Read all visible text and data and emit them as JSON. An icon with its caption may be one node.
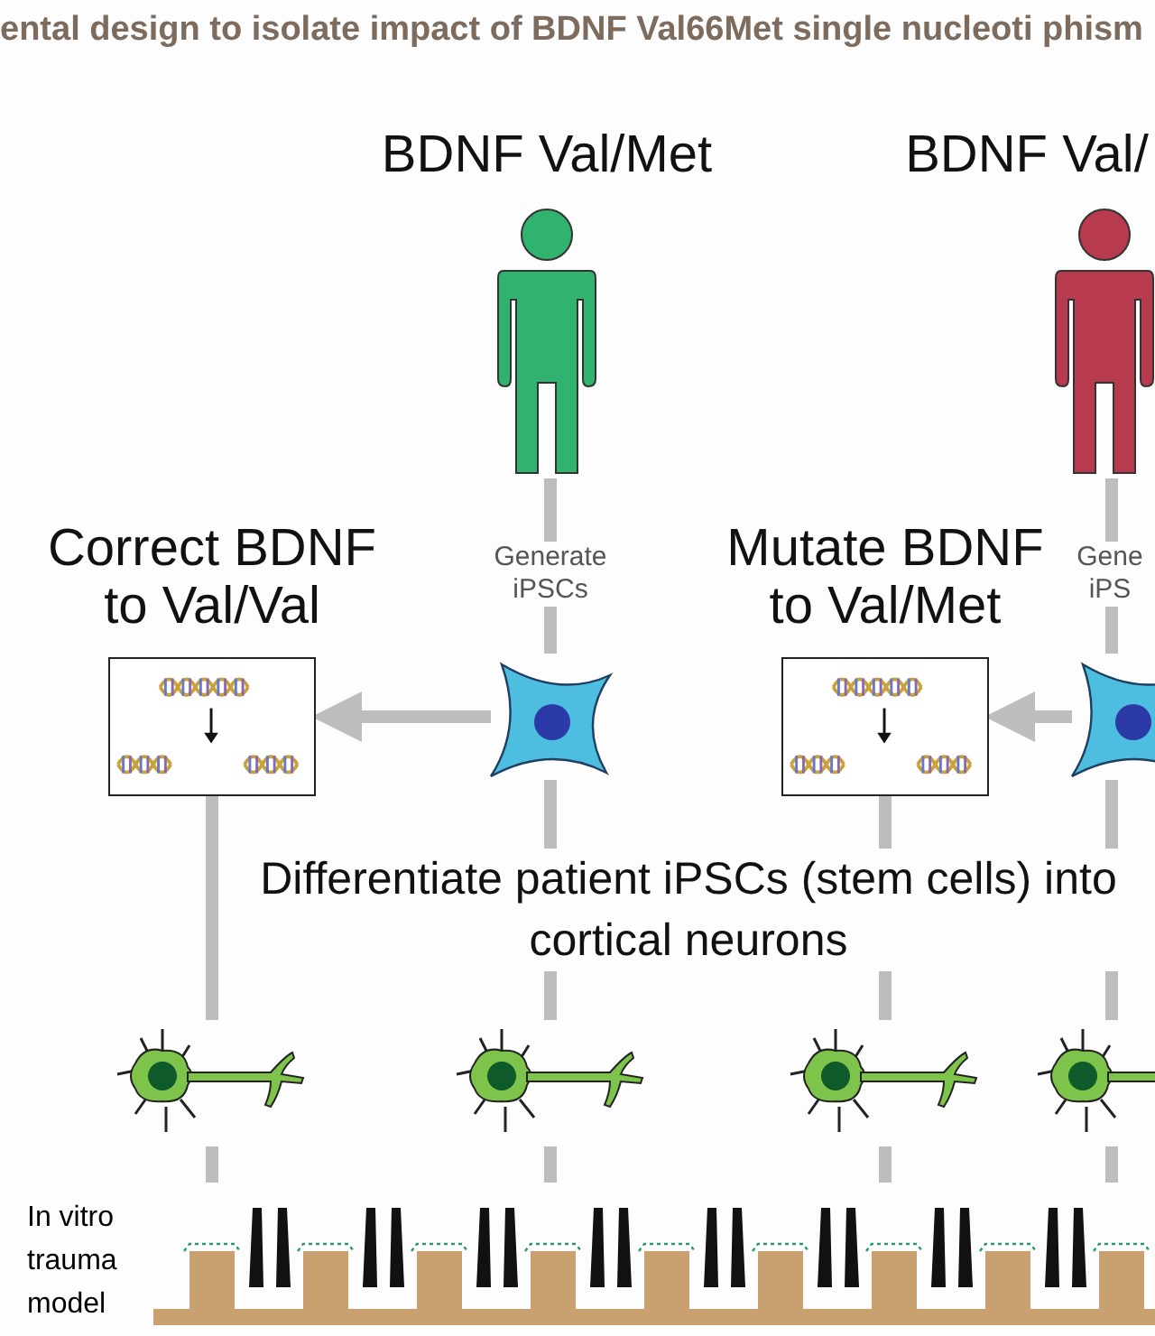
{
  "diagram": {
    "title": "ental design to isolate impact of BDNF Val66Met single nucleoti phism",
    "nodes": [
      {
        "text": [
          "BDNF Val/Met"
        ]
      },
      {
        "text": [
          "BDNF Val/"
        ]
      },
      {
        "text": [],
        "shape": "picture"
      },
      {
        "text": [
          "Correct BDNF to Val/Val"
        ]
      },
      {
        "text": [
          "Mutate BDNF to Val/Met"
        ]
      },
      {
        "text": [],
        "shape": "picture"
      },
      {
        "text": [],
        "shape": "picture"
      },
      {
        "text": [],
        "shape": "picture"
      },
      {
        "text": [],
        "shape": "picture"
      },
      {
        "text": [],
        "shape": "picture"
      },
      {
        "text": [
          "In vitro trauma model"
        ]
      }
    ],
    "edges": [
      {
        "from": 0,
        "to": 2,
        "arrow": "none",
        "label": "Generate iPSCs"
      },
      {
        "from": 1,
        "to": 5,
        "arrow": "none",
        "label": "Gene iPS"
      },
      {
        "from": 2,
        "to": 3,
        "arrow": "to"
      },
      {
        "from": 5,
        "to": 4,
        "arrow": "to"
      },
      {
        "from": 3,
        "to": 6,
        "arrow": "none"
      },
      {
        "from": 2,
        "to": 7,
        "arrow": "none"
      },
      {
        "from": 4,
        "to": 8,
        "arrow": "none"
      },
      {
        "from": 5,
        "to": 9,
        "arrow": "none"
      },
      {
        "from": 6,
        "to": 10,
        "arrow": "none"
      },
      {
        "from": 7,
        "to": 10,
        "arrow": "none"
      },
      {
        "from": 8,
        "to": 10,
        "arrow": "none"
      },
      {
        "from": 9,
        "to": 10,
        "arrow": "none"
      }
    ],
    "labels": [
      "Differentiate patient iPSCs (stem cells) into cortical neurons"
    ]
  }
}
